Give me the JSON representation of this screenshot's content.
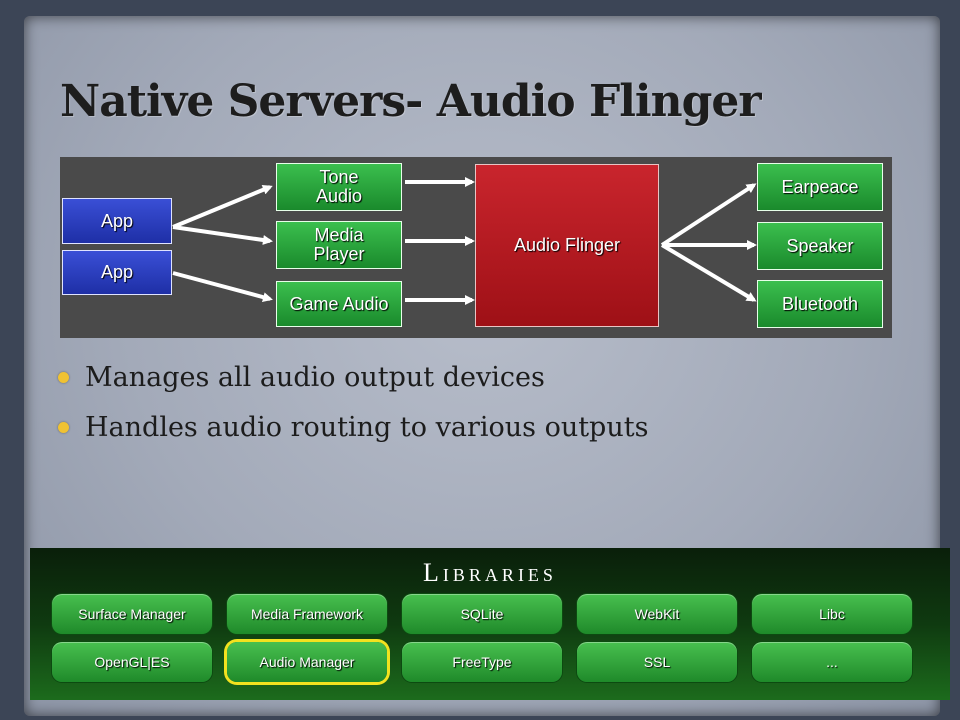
{
  "title": "Native Servers- Audio Flinger",
  "diagram": {
    "apps": [
      "App",
      "App"
    ],
    "sources": [
      "Tone Audio",
      "Media Player",
      "Game Audio"
    ],
    "mixer": "Audio Flinger",
    "outputs": [
      "Earpeace",
      "Speaker",
      "Bluetooth"
    ]
  },
  "bullets": [
    "Manages all audio output devices",
    "Handles audio routing to various outputs"
  ],
  "libraries": {
    "title": "Libraries",
    "row1": [
      "Surface Manager",
      "Media Framework",
      "SQLite",
      "WebKit",
      "Libc"
    ],
    "row2": [
      "OpenGL|ES",
      "Audio Manager",
      "FreeType",
      "SSL",
      "..."
    ],
    "highlighted": "Audio Manager",
    "highlight_color": "#f2e21f"
  },
  "colors": {
    "app": "#2a3fc4",
    "source": "#2aa63c",
    "mixer": "#b8161e",
    "output": "#2aa63c",
    "bullet": "#f0c232"
  }
}
